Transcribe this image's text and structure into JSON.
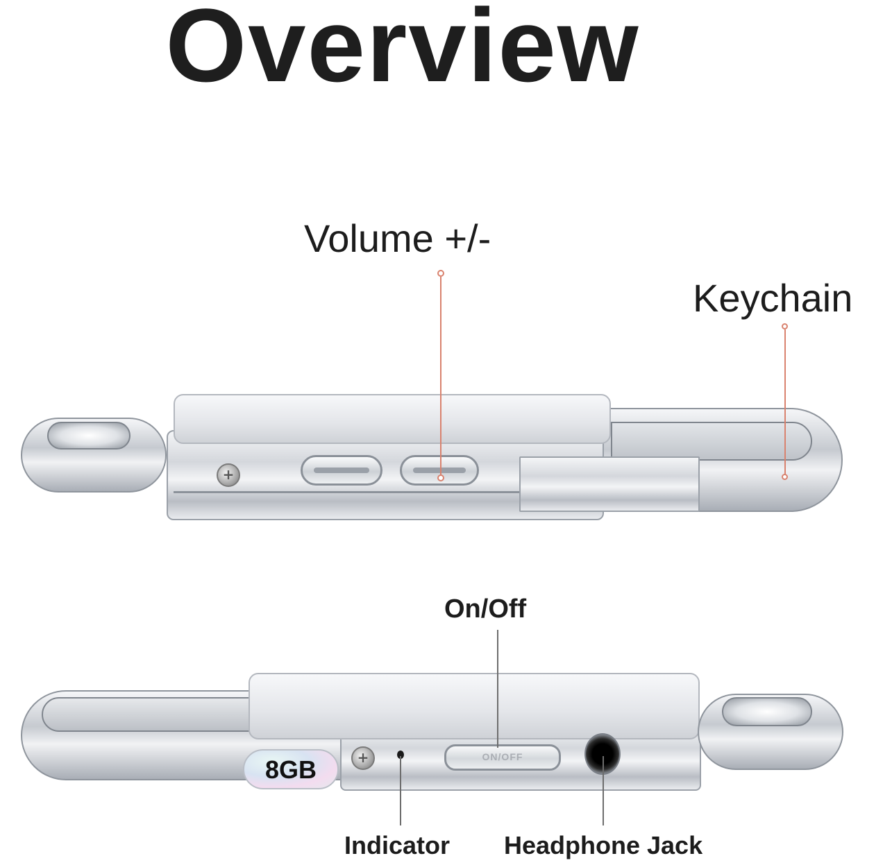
{
  "title": "Overview",
  "top_view": {
    "callouts": {
      "volume": {
        "label": "Volume +/-"
      },
      "keychain": {
        "label": "Keychain"
      }
    }
  },
  "bottom_view": {
    "capacity_badge": "8GB",
    "switch_text": "ON/OFF",
    "callouts": {
      "on_off": {
        "label": "On/Off"
      },
      "indicator": {
        "label": "Indicator"
      },
      "headphone_jack": {
        "label": "Headphone Jack"
      }
    }
  },
  "colors": {
    "callout_line_top": "#d9826e",
    "callout_line_bottom": "#6d6d6d",
    "title_text": "#1e1e1e",
    "background": "#ffffff"
  }
}
